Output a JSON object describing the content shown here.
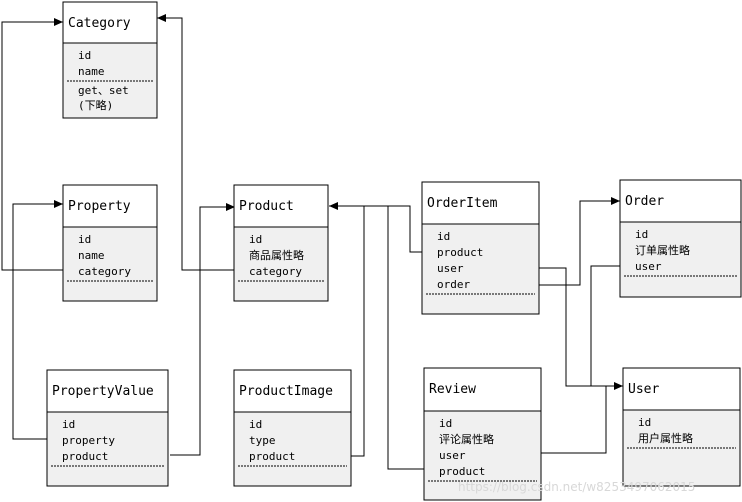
{
  "classes": {
    "category": {
      "name": "Category",
      "fields": [
        "id",
        "name"
      ],
      "methods": [
        "get、set",
        "(下略)"
      ]
    },
    "property": {
      "name": "Property",
      "fields": [
        "id",
        "name",
        "category"
      ]
    },
    "product": {
      "name": "Product",
      "fields": [
        "id",
        "商品属性略",
        "category"
      ]
    },
    "orderitem": {
      "name": "OrderItem",
      "fields": [
        "id",
        "product",
        "user",
        "order"
      ]
    },
    "order": {
      "name": "Order",
      "fields": [
        "id",
        "订单属性略",
        "user"
      ]
    },
    "propertyvalue": {
      "name": "PropertyValue",
      "fields": [
        "id",
        "property",
        "product"
      ]
    },
    "productimage": {
      "name": "ProductImage",
      "fields": [
        "id",
        "type",
        "product"
      ]
    },
    "review": {
      "name": "Review",
      "fields": [
        "id",
        "评论属性略",
        "user",
        "product"
      ]
    },
    "user": {
      "name": "User",
      "fields": [
        "id",
        "用户属性略"
      ]
    }
  },
  "watermark": "https://blog.csdn.net/w8253497062015",
  "colors": {
    "box_stroke": "#000000",
    "body_fill": "#f0f0f0",
    "header_fill": "#ffffff"
  }
}
